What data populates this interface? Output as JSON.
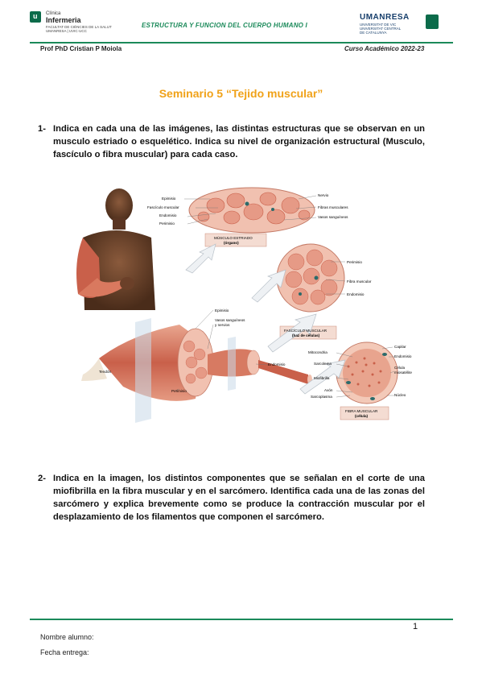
{
  "header": {
    "left_logo": {
      "line1": "Clínica",
      "line2": "Infermeria",
      "line3": "FACULTAT DE CIÈNCIES DE LA SALUT",
      "line4": "UMANRESA | UVIC·UCC"
    },
    "title": "ESTRUCTURA Y FUNCION DEL CUERPO HUMANO I",
    "right_logo": {
      "name": "UMANRESA",
      "sub1": "UNIVERSITAT DE VIC",
      "sub2": "UNIVERSITAT CENTRAL",
      "sub3": "DE CATALUNYA"
    },
    "professor": "Prof PhD Cristian P Moiola",
    "course_year": "Curso Académico 2022-23"
  },
  "seminar_title": "Seminario 5 “Tejido muscular”",
  "questions": [
    {
      "number": "1-",
      "text": "Indica en cada una de las imágenes, las distintas estructuras que se observan en un musculo estriado o esquelético. Indica su nivel de organización estructural (Musculo, fascículo o fibra muscular) para cada caso."
    },
    {
      "number": "2-",
      "text": "Indica en la imagen, los distintos componentes que se señalan en el corte de una miofibrilla en la fibra muscular y en el sarcómero. Identifica cada una de las zonas del sarcómero y explica brevemente como se produce la contracción muscular por el desplazamiento de los filamentos que componen el sarcómero."
    }
  ],
  "figure": {
    "labels": {
      "epimisio_top": "Epimisio",
      "fasciculo": "Fascículo muscular",
      "endomisio_top": "Endomisio",
      "perimisio_top": "Perimisio",
      "nervio": "Nervio",
      "fibras": "Fibras musculares",
      "vasos_top": "Vasos sanguíneos",
      "musculo_box1": "MÚSCULO ESTRIADO",
      "musculo_box2": "(órgano)",
      "perimisio_mid": "Perimisio",
      "fibra_muscular": "Fibra muscular",
      "endomisio_mid": "Endomisio",
      "fasciculo_box1": "FASCÍCULO MUSCULAR",
      "fasciculo_box2": "(haz de células)",
      "epimisio_bot": "Epimisio",
      "vasos_bot1": "Vasos sanguíneos",
      "vasos_bot2": "y nervios",
      "tendon": "Tendón",
      "perimisio_bot": "Perimisio",
      "endomisio_bot": "Endomisio",
      "mitocondria": "Mitocondria",
      "sarcolema": "Sarcolema",
      "miofibrilla": "Miofibrilla",
      "axon": "Axón",
      "sarcoplasma": "Sarcoplasma",
      "capilar": "Capilar",
      "endomisio_cell": "Endomisio",
      "celula1": "Célula",
      "celula2": "miosatélite",
      "nucleo": "Núcleo",
      "fibra_box1": "FIBRA MUSCULAR",
      "fibra_box2": "(célula)"
    }
  },
  "footer": {
    "page_number": "1",
    "student_name": "Nombre alumno:",
    "delivery_date": "Fecha entrega:"
  },
  "colors": {
    "accent_green": "#1b8a5a",
    "title_orange": "#f0a219",
    "muscle_pink": "#e8a48e",
    "muscle_dark": "#c8624a"
  }
}
